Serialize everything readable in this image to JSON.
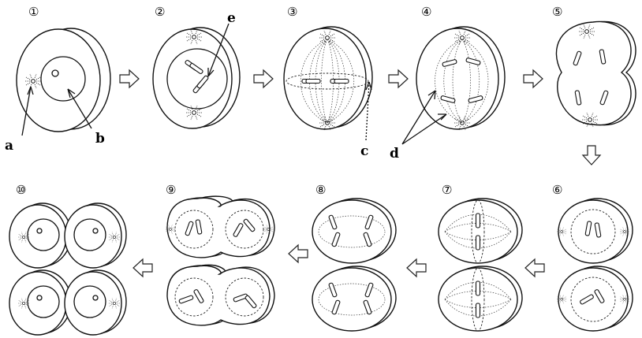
{
  "steps": [
    "①",
    "②",
    "③",
    "④",
    "⑤",
    "⑥",
    "⑦",
    "⑧",
    "⑨",
    "⑩"
  ],
  "labels": {
    "a": "a",
    "b": "b",
    "c": "c",
    "d": "d",
    "e": "e"
  }
}
